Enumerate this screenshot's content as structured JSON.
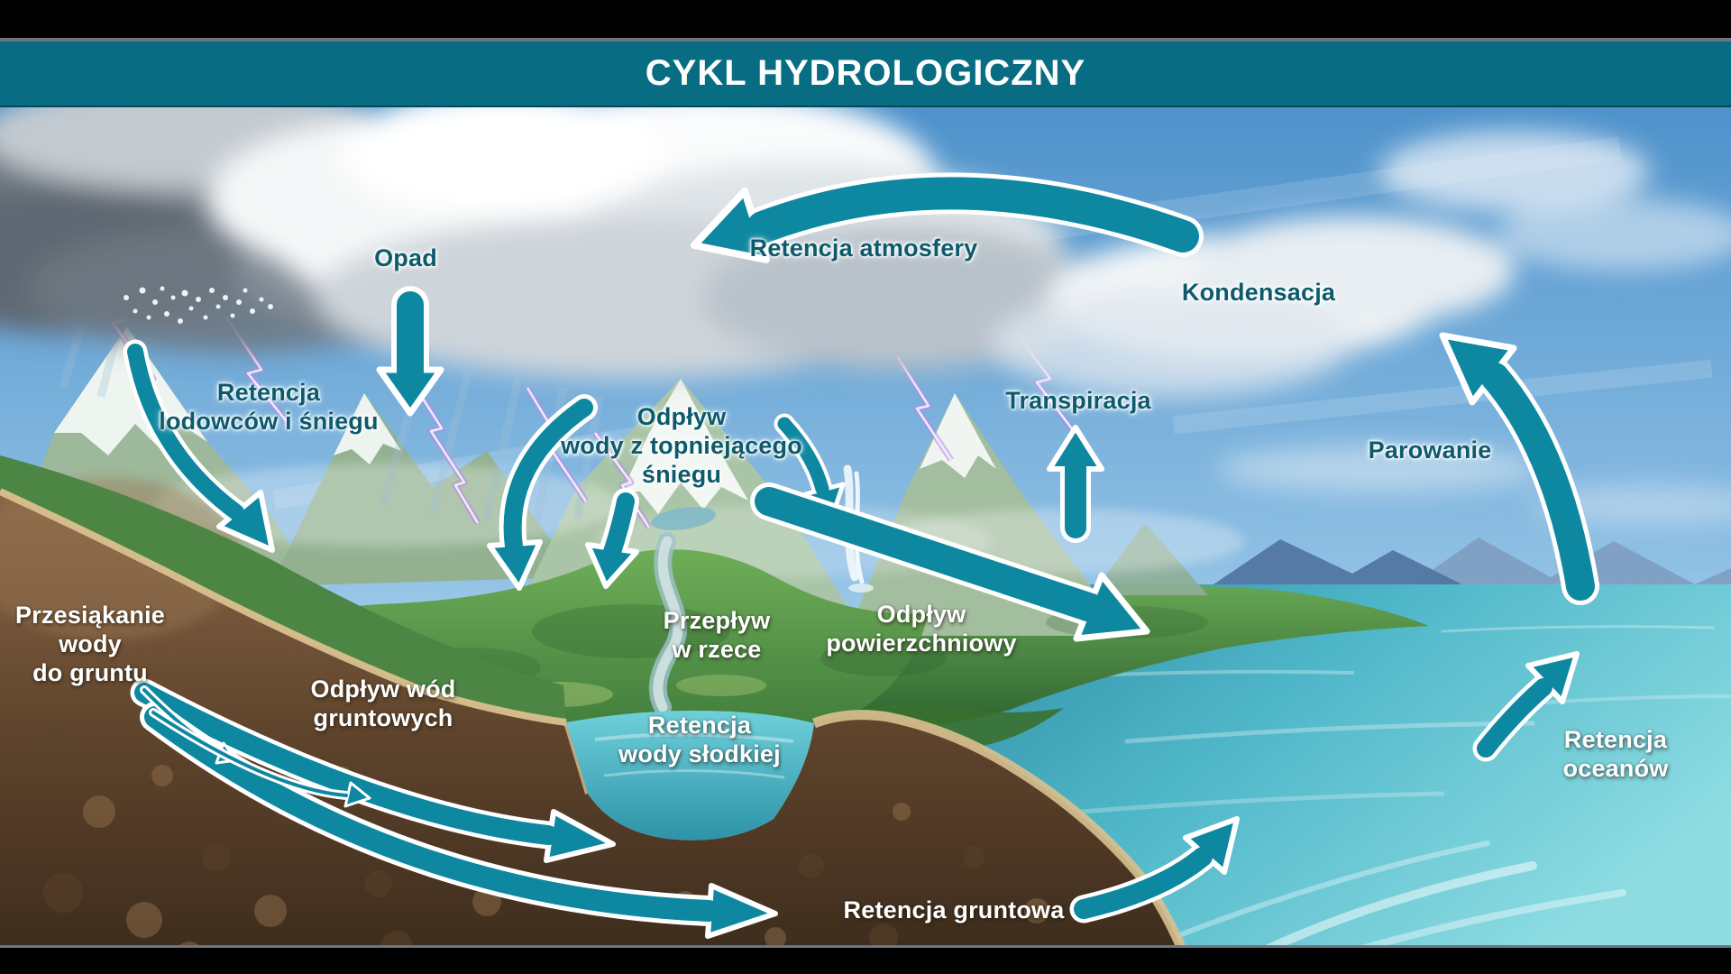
{
  "title": "CYKL HYDROLOGICZNY",
  "colors": {
    "banner_teal": "#086d82",
    "arrow_teal": "#0e87a1",
    "label_dark_teal": "#0d5a6b",
    "label_white": "#ffffff",
    "sky_blue": "#4e92cb",
    "ocean_turquoise": "#4fb7c9",
    "soil_brown": "#6b4c31",
    "frame_black": "#000000"
  },
  "labels": {
    "opad": "Opad",
    "retencja_atmosfery": "Retencja atmosfery",
    "kondensacja": "Kondensacja",
    "transpiracja": "Transpiracja",
    "parowanie": "Parowanie",
    "retencja_lodowcow": "Retencja\nlodowców i śniegu",
    "odplyw_topniejacego": "Odpływ\nwody z topniejącego\nśniegu",
    "przeplyw_w_rzece": "Przepływ\nw rzece",
    "odplyw_powierzchniowy": "Odpływ\npowierzchniowy",
    "przesiakanie": "Przesiąkanie\nwody\ndo gruntu",
    "odplyw_wod_gruntowych": "Odpływ wód\ngruntowych",
    "retencja_wody_slodkiej": "Retencja\nwody słodkiej",
    "retencja_oceanow": "Retencja\noceanów",
    "retencja_gruntowa": "Retencja gruntowa"
  }
}
